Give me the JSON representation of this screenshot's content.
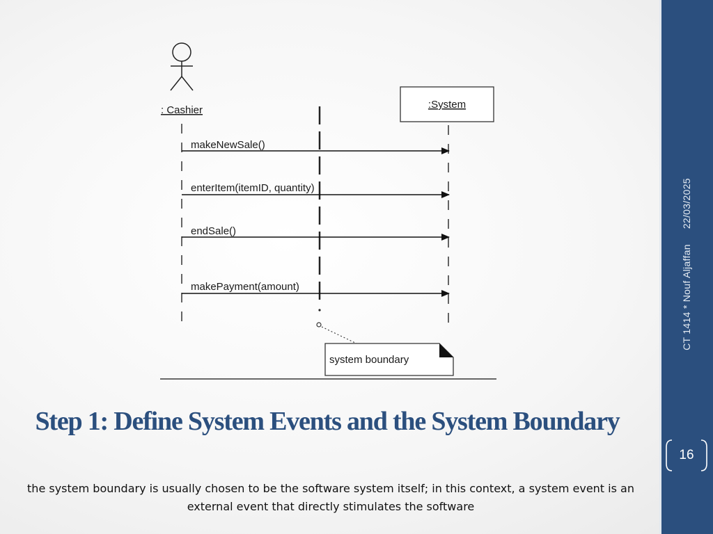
{
  "slide": {
    "title": "Step 1: Define System Events and the System Boundary",
    "caption": "the system boundary is usually chosen to be the software system itself; in this context, a system event is an external event that directly stimulates the software",
    "side_label": {
      "date": "22/03/2025",
      "course_author": "CT 1414 * Nouf Aljaffan"
    },
    "page_number": "16"
  },
  "diagram": {
    "actor": {
      "label": ": Cashier",
      "icon": "stick-figure-icon"
    },
    "system": {
      "label": ":System"
    },
    "messages": [
      {
        "label": "makeNewSale()"
      },
      {
        "label": "enterItem(itemID, quantity)"
      },
      {
        "label": "endSale()"
      },
      {
        "label": "makePayment(amount)"
      }
    ],
    "note": {
      "label": "system boundary"
    }
  },
  "colors": {
    "accent": "#2b4f7e",
    "sidebar_text": "#e6ecf3"
  }
}
